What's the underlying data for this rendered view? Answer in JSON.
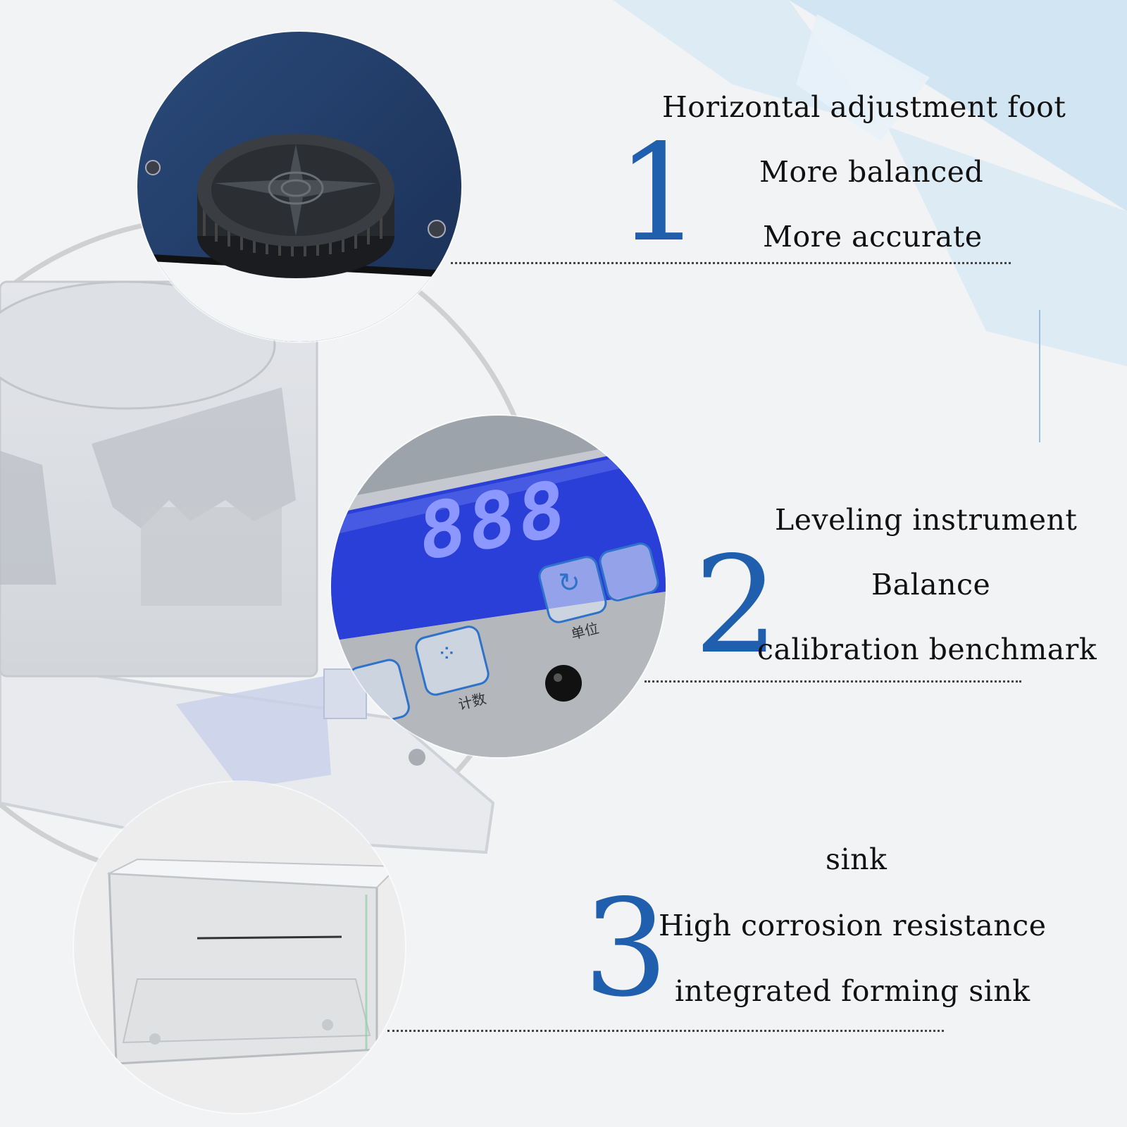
{
  "features": [
    {
      "number": "1",
      "lines": [
        "Horizontal adjustment foot",
        "More balanced",
        "More accurate"
      ],
      "photo_icon": "adjustment-foot-knob"
    },
    {
      "number": "2",
      "lines": [
        "Leveling instrument",
        "Balance",
        "calibration benchmark"
      ],
      "photo_icon": "lcd-control-panel"
    },
    {
      "number": "3",
      "lines": [
        "sink",
        "High corrosion resistance",
        "integrated forming sink"
      ],
      "photo_icon": "transparent-sink"
    }
  ],
  "lcd": {
    "display": "888"
  },
  "panel_labels": [
    "计数",
    "单位"
  ],
  "colors": {
    "accent_blue": "#1f5fae",
    "lcd_blue": "#2a3ed8",
    "text": "#111111",
    "background": "#f2f3f5"
  }
}
